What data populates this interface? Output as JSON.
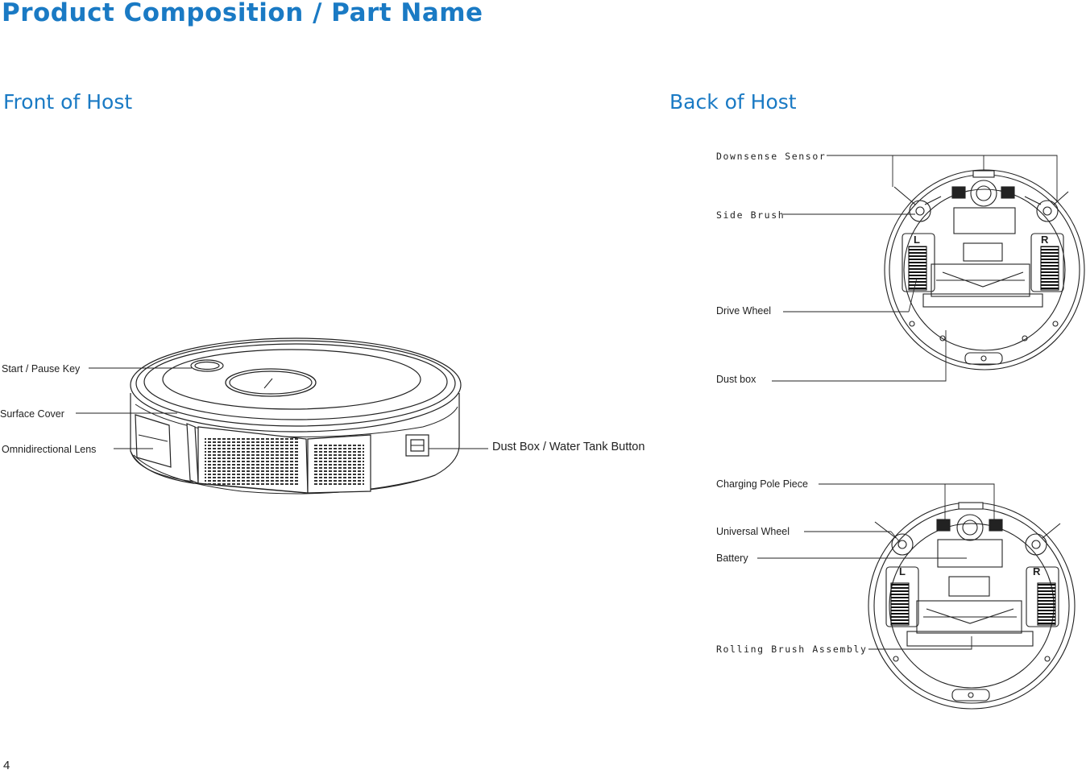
{
  "page": {
    "title": "Product Composition / Part Name",
    "page_number": "4"
  },
  "front": {
    "heading": "Front of Host",
    "labels": {
      "start_pause": "Start / Pause Key",
      "surface_cover": "Surface Cover",
      "omni_lens": "Omnidirectional Lens",
      "dust_button": "Dust Box / Water Tank Button"
    }
  },
  "back": {
    "heading": "Back of Host",
    "top_labels": {
      "downsense": "Downsense Sensor",
      "side_brush": "Side Brush",
      "drive_wheel": "Drive Wheel",
      "dust_box": "Dust box"
    },
    "bottom_labels": {
      "charging_pole": "Charging Pole Piece",
      "universal_wheel": "Universal Wheel",
      "battery": "Battery",
      "rolling_brush": "Rolling Brush Assembly"
    },
    "wheel_marks": {
      "left": "L",
      "right": "R"
    }
  }
}
